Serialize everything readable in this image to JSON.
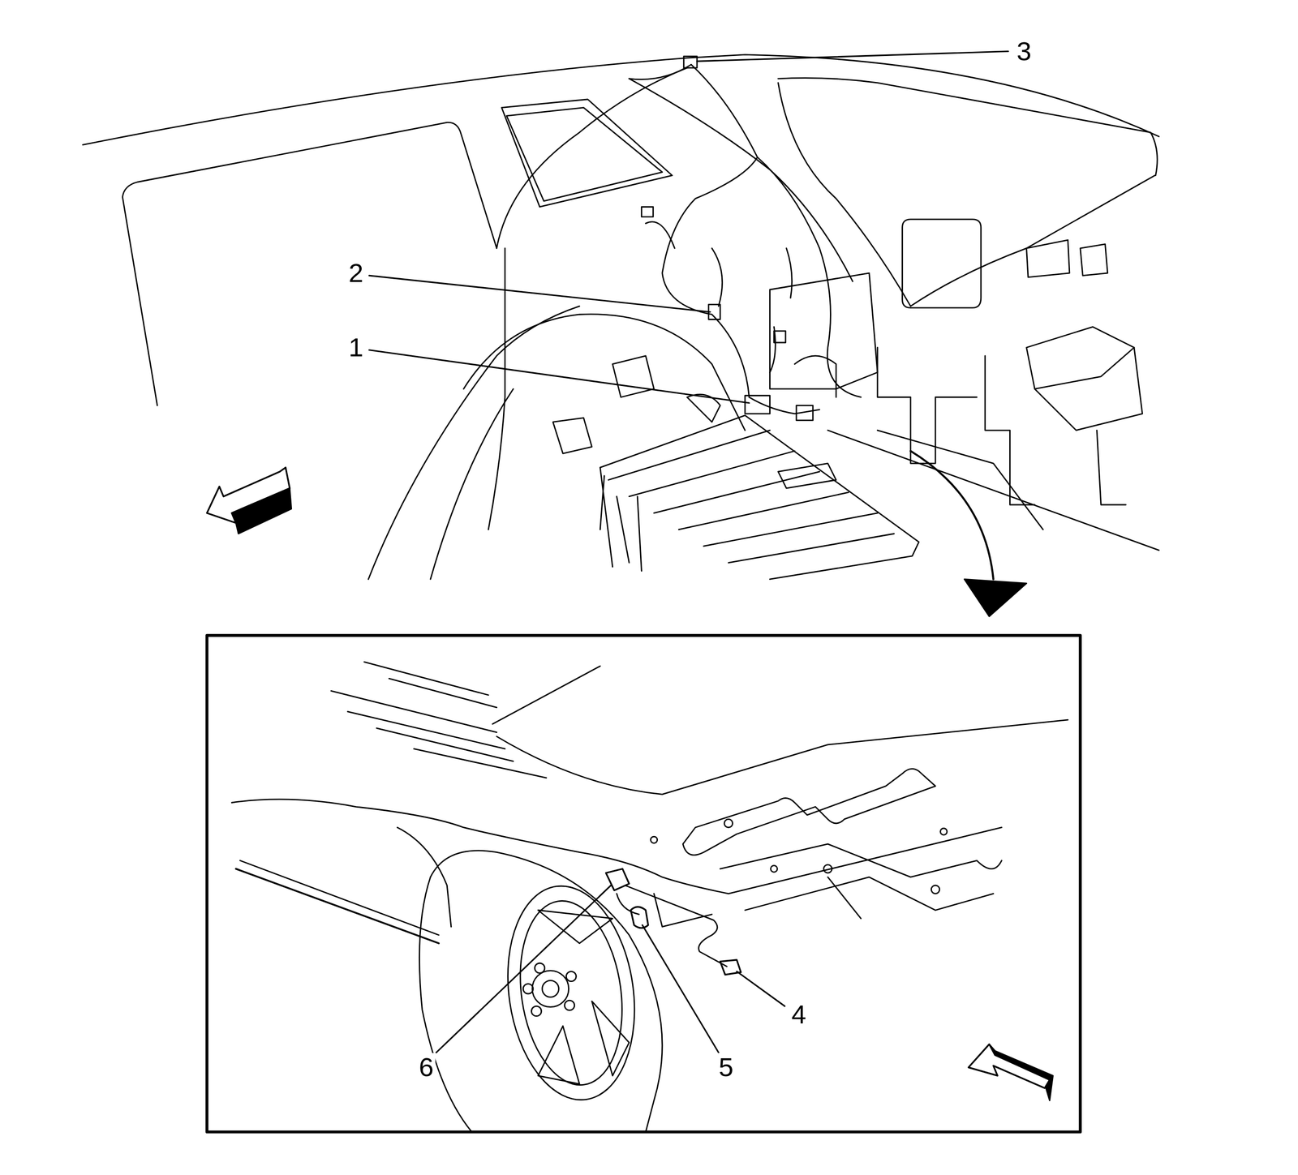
{
  "diagram": {
    "labels": [
      "3",
      "2",
      "1",
      "4",
      "6",
      "5"
    ]
  }
}
